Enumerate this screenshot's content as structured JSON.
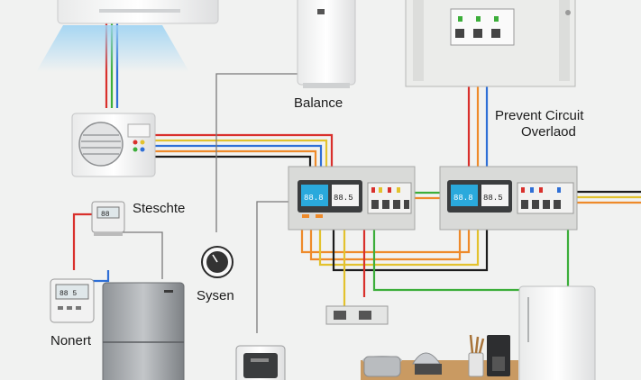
{
  "labels": {
    "balance": "Balance",
    "prevent_line1": "Prevent Circuit",
    "prevent_line2": "Overlaod",
    "steschte": "Steschte",
    "sysen": "Sysen",
    "nonert": "Nonert"
  },
  "meters": {
    "left_meter_a": "88.8",
    "left_meter_b": "88.5",
    "right_meter_a": "88.8",
    "right_meter_b": "88.5",
    "thermostat_top": "88",
    "thermostat_bottom": "88 5"
  },
  "wire_colors": {
    "red": "#d9302c",
    "green": "#3cae3a",
    "blue": "#2f6fd6",
    "orange": "#ee8a2a",
    "yellow": "#e3c22d",
    "black": "#1c1c1c",
    "gray": "#7a7a7a"
  },
  "accent": {
    "screen": "#2aa9dc",
    "panel": "#d9dad8"
  }
}
